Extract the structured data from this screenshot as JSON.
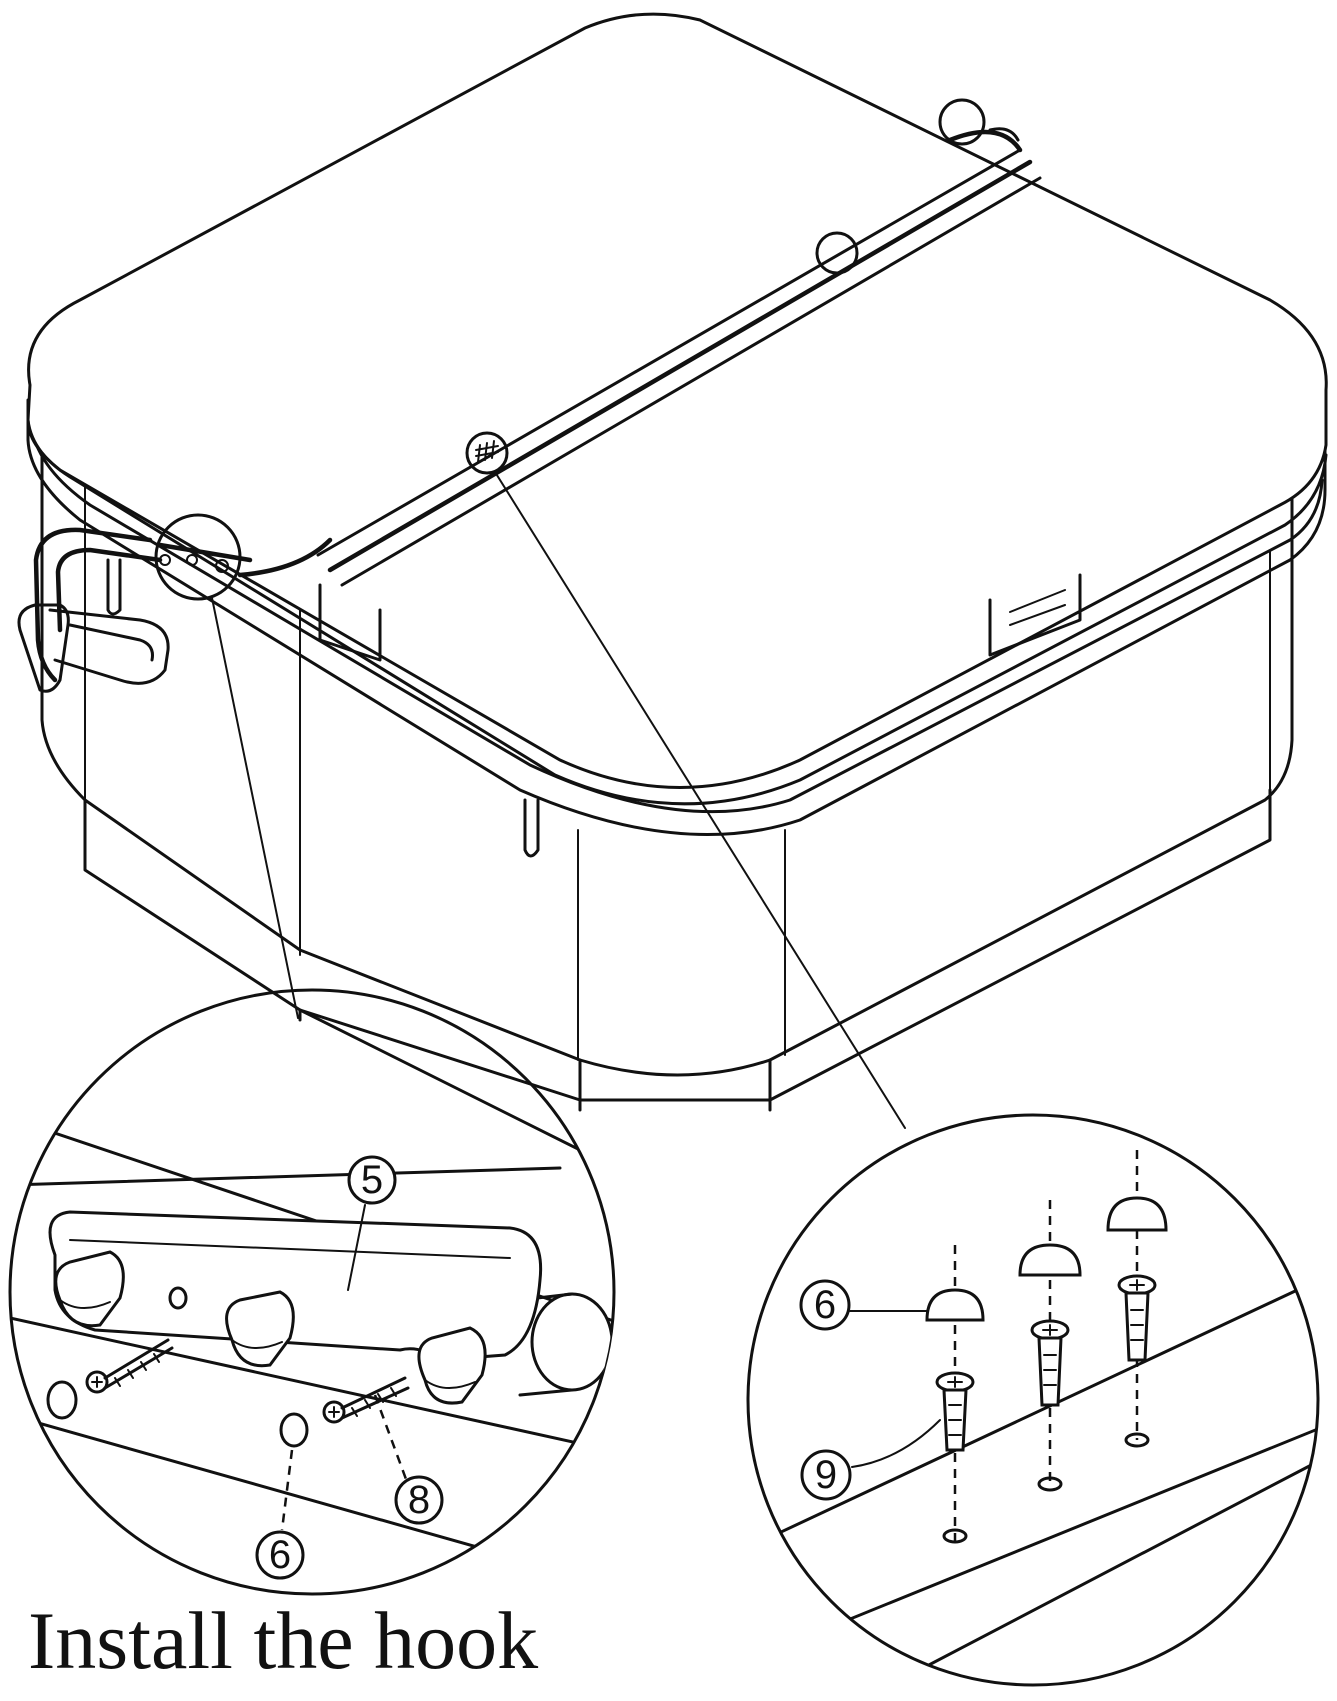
{
  "caption": "Install the hook",
  "callouts": {
    "handle_bar": "5",
    "cap_left": "6",
    "screw": "8",
    "cap_right": "6",
    "anchor": "9"
  },
  "icons": [
    "spa-tub",
    "cover-lid",
    "lift-handle",
    "screw",
    "wall-anchor",
    "screw-cap"
  ],
  "colors": {
    "line": "#111111",
    "background": "#ffffff"
  }
}
